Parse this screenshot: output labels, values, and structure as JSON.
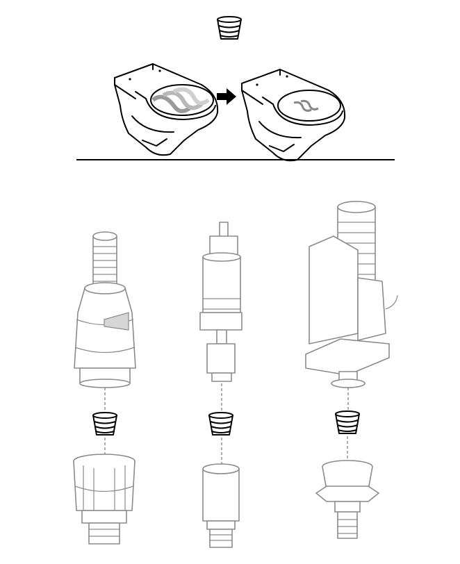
{
  "illustration": {
    "icons": [
      "sealing-insert",
      "toilet-bowl-before",
      "arrow-right",
      "toilet-bowl-after",
      "flush-valve-a",
      "flush-valve-b",
      "flush-valve-c"
    ],
    "colors": {
      "line": "#000000",
      "part": "#8a8a8a",
      "flow_arrow": "#b8b8b8",
      "background": "#ffffff"
    }
  }
}
